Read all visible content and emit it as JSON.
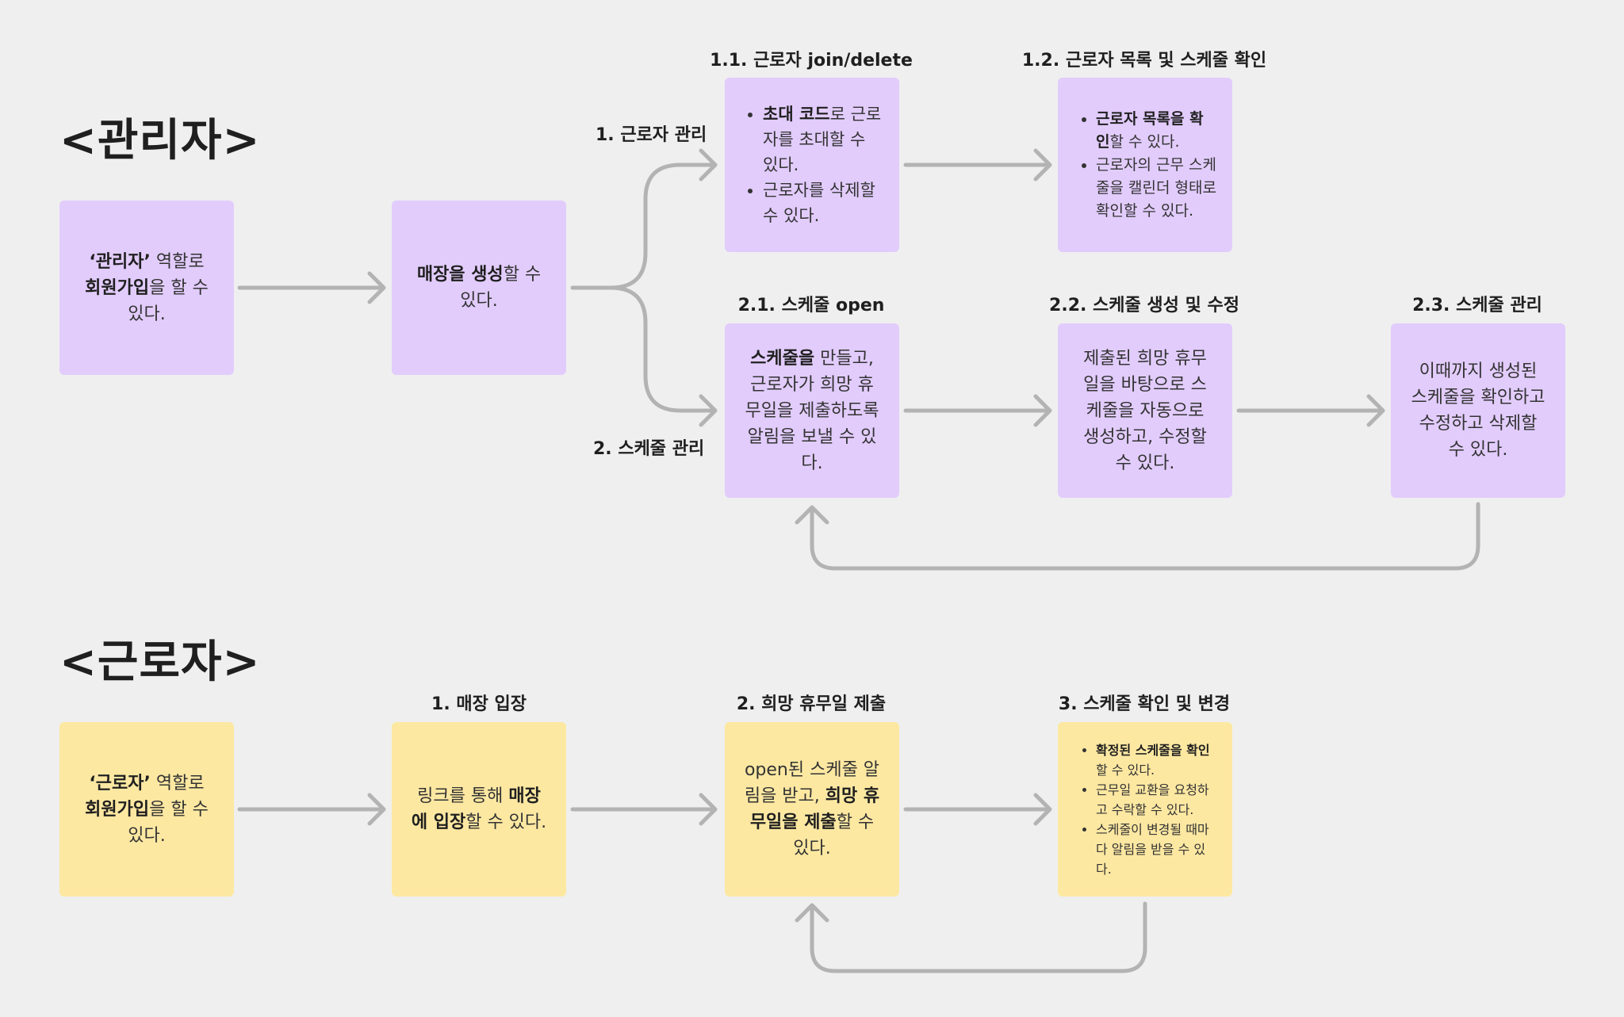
{
  "admin": {
    "title": "<관리자>",
    "branch1_label": "1. 근로자 관리",
    "branch2_label": "2. 스케줄 관리",
    "start": {
      "s1": "‘관리자’",
      "s2": " 역할로 ",
      "s3": "회원가입",
      "s4": "을 할 수 있다."
    },
    "store": {
      "s1": "매장을 생성",
      "s2": "할 수 있다."
    },
    "join": {
      "title": "1.1. 근로자 join/delete",
      "b1a": "초대 코드",
      "b1b": "로 근로자를 초대할 수 있다.",
      "b2": "근로자를 삭제할 수 있다."
    },
    "list": {
      "title": "1.2. 근로자 목록 및 스케줄 확인",
      "b1a": "근로자 목록을 확인",
      "b1b": "할 수 있다.",
      "b2": "근로자의 근무 스케줄을 캘린더 형태로 확인할 수 있다."
    },
    "open": {
      "title": "2.1. 스케줄 open",
      "s1": "스케줄을",
      "s2": " 만들고, 근로자가 희망 휴무일을 제출하도록 알림을 보낼 수 있다."
    },
    "create": {
      "title": "2.2. 스케줄 생성 및 수정",
      "text": "제출된 희망 휴무일을 바탕으로 스케줄을 자동으로 생성하고, 수정할 수 있다."
    },
    "manage": {
      "title": "2.3. 스케줄 관리",
      "text": "이때까지 생성된 스케줄을 확인하고 수정하고 삭제할 수 있다."
    }
  },
  "worker": {
    "title": "<근로자>",
    "start": {
      "s1": "‘근로자’",
      "s2": " 역할로 ",
      "s3": "회원가입",
      "s4": "을 할 수 있다."
    },
    "enter": {
      "title": "1. 매장 입장",
      "s1": "링크를 통해 ",
      "s2": "매장에 입장",
      "s3": "할 수 있다."
    },
    "dayoff": {
      "title": "2. 희망 휴무일 제출",
      "s1": "open된 스케줄 알림을 받고, ",
      "s2": "희망 휴무일을 제출",
      "s3": "할 수 있다."
    },
    "check": {
      "title": "3. 스케줄 확인 및 변경",
      "b1a": "확정된 스케줄을 확인",
      "b1b": "할 수 있다.",
      "b2": "근무일 교환을 요청하고 수락할 수 있다.",
      "b3": "스케줄이 변경될 때마다 알림을 받을 수 있다."
    }
  },
  "colors": {
    "admin_note": "#e2ccfc",
    "worker_note": "#fde8a2",
    "arrow": "#b3b3b3",
    "background": "#efefef"
  }
}
